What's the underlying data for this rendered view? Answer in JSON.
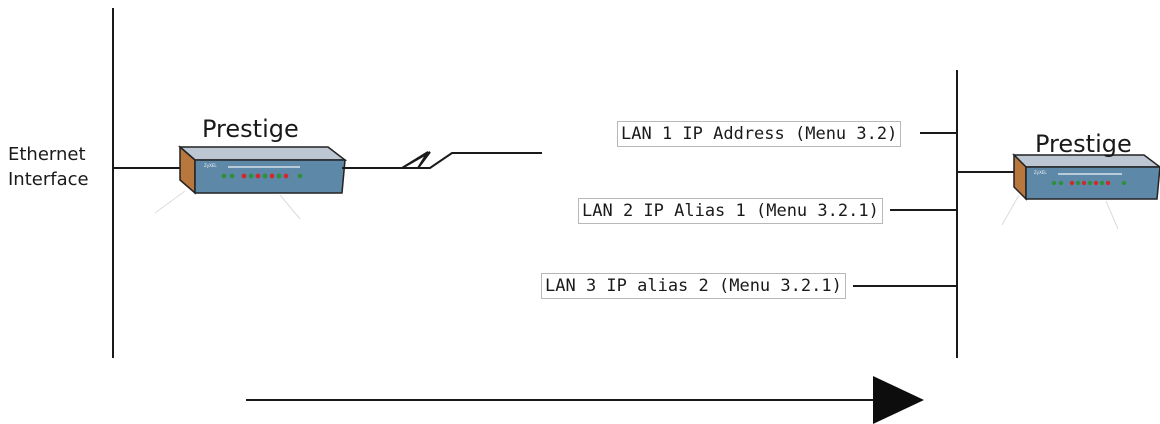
{
  "left_network": {
    "interface_label_line1": "Ethernet",
    "interface_label_line2": "Interface",
    "device_label": "Prestige"
  },
  "right_network": {
    "device_label": "Prestige",
    "addresses": [
      "LAN 1 IP Address (Menu 3.2)",
      "LAN 2 IP Alias 1 (Menu 3.2.1)",
      "LAN 3 IP alias 2 (Menu 3.2.1)"
    ]
  },
  "colors": {
    "line": "#1a1a1a",
    "device_front": "#5e88a8",
    "device_top": "#bcc7d3",
    "device_side": "#b8773c",
    "led_green": "#2f8f3e",
    "led_red": "#cc2b2b"
  },
  "icons": [
    "router-icon",
    "wan-link-zigzag-icon",
    "direction-arrow-icon"
  ]
}
